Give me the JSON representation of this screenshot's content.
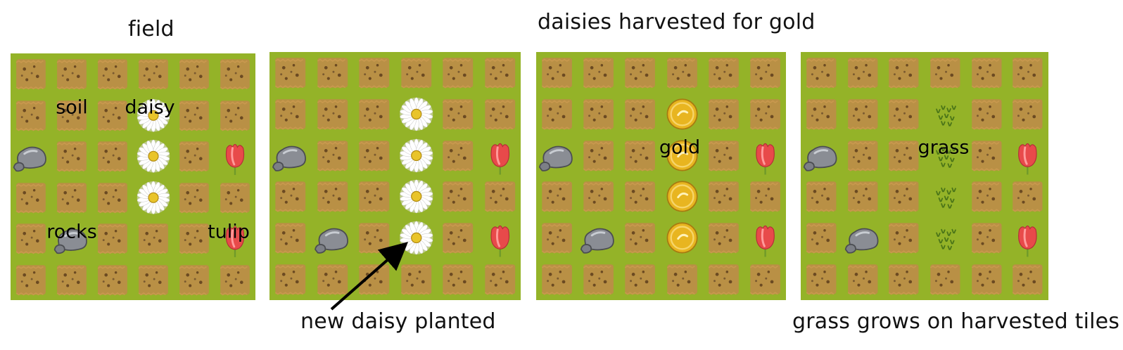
{
  "captions": {
    "field": "field",
    "daisies_harvested": "daisies harvested for gold",
    "new_daisy": "new daisy planted",
    "grass_grows": "grass grows on harvested tiles"
  },
  "labels": {
    "soil": "soil",
    "daisy": "daisy",
    "rocks": "rocks",
    "tulip": "tulip",
    "gold": "gold",
    "grass": "grass"
  },
  "colors": {
    "field_green": "#94b328",
    "soil_brown": "#c08a4a",
    "daisy_center": "#e9c42a",
    "tulip_red": "#e84a4a",
    "gold": "#e8b520",
    "rock_gray": "#8a8d94"
  },
  "legend": {
    "s": "soil",
    "d": "daisy",
    "r": "rocks",
    "t": "tulip",
    "g": "gold",
    "x": "grass"
  },
  "panels": [
    {
      "id": "field",
      "grid": [
        [
          "s",
          "s",
          "s",
          "s",
          "s",
          "s"
        ],
        [
          "s",
          "s",
          "s",
          "d",
          "s",
          "s"
        ],
        [
          "r",
          "s",
          "s",
          "d",
          "s",
          "t"
        ],
        [
          "s",
          "s",
          "s",
          "d",
          "s",
          "s"
        ],
        [
          "s",
          "r",
          "s",
          "s",
          "s",
          "t"
        ],
        [
          "s",
          "s",
          "s",
          "s",
          "s",
          "s"
        ]
      ]
    },
    {
      "id": "new-daisy",
      "grid": [
        [
          "s",
          "s",
          "s",
          "s",
          "s",
          "s"
        ],
        [
          "s",
          "s",
          "s",
          "d",
          "s",
          "s"
        ],
        [
          "r",
          "s",
          "s",
          "d",
          "s",
          "t"
        ],
        [
          "s",
          "s",
          "s",
          "d",
          "s",
          "s"
        ],
        [
          "s",
          "r",
          "s",
          "d",
          "s",
          "t"
        ],
        [
          "s",
          "s",
          "s",
          "s",
          "s",
          "s"
        ]
      ]
    },
    {
      "id": "harvested",
      "grid": [
        [
          "s",
          "s",
          "s",
          "s",
          "s",
          "s"
        ],
        [
          "s",
          "s",
          "s",
          "g",
          "s",
          "s"
        ],
        [
          "r",
          "s",
          "s",
          "g",
          "s",
          "t"
        ],
        [
          "s",
          "s",
          "s",
          "g",
          "s",
          "s"
        ],
        [
          "s",
          "r",
          "s",
          "g",
          "s",
          "t"
        ],
        [
          "s",
          "s",
          "s",
          "s",
          "s",
          "s"
        ]
      ]
    },
    {
      "id": "grass",
      "grid": [
        [
          "s",
          "s",
          "s",
          "s",
          "s",
          "s"
        ],
        [
          "s",
          "s",
          "s",
          "x",
          "s",
          "s"
        ],
        [
          "r",
          "s",
          "s",
          "x",
          "s",
          "t"
        ],
        [
          "s",
          "s",
          "s",
          "x",
          "s",
          "s"
        ],
        [
          "s",
          "r",
          "s",
          "x",
          "s",
          "t"
        ],
        [
          "s",
          "s",
          "s",
          "s",
          "s",
          "s"
        ]
      ]
    }
  ]
}
